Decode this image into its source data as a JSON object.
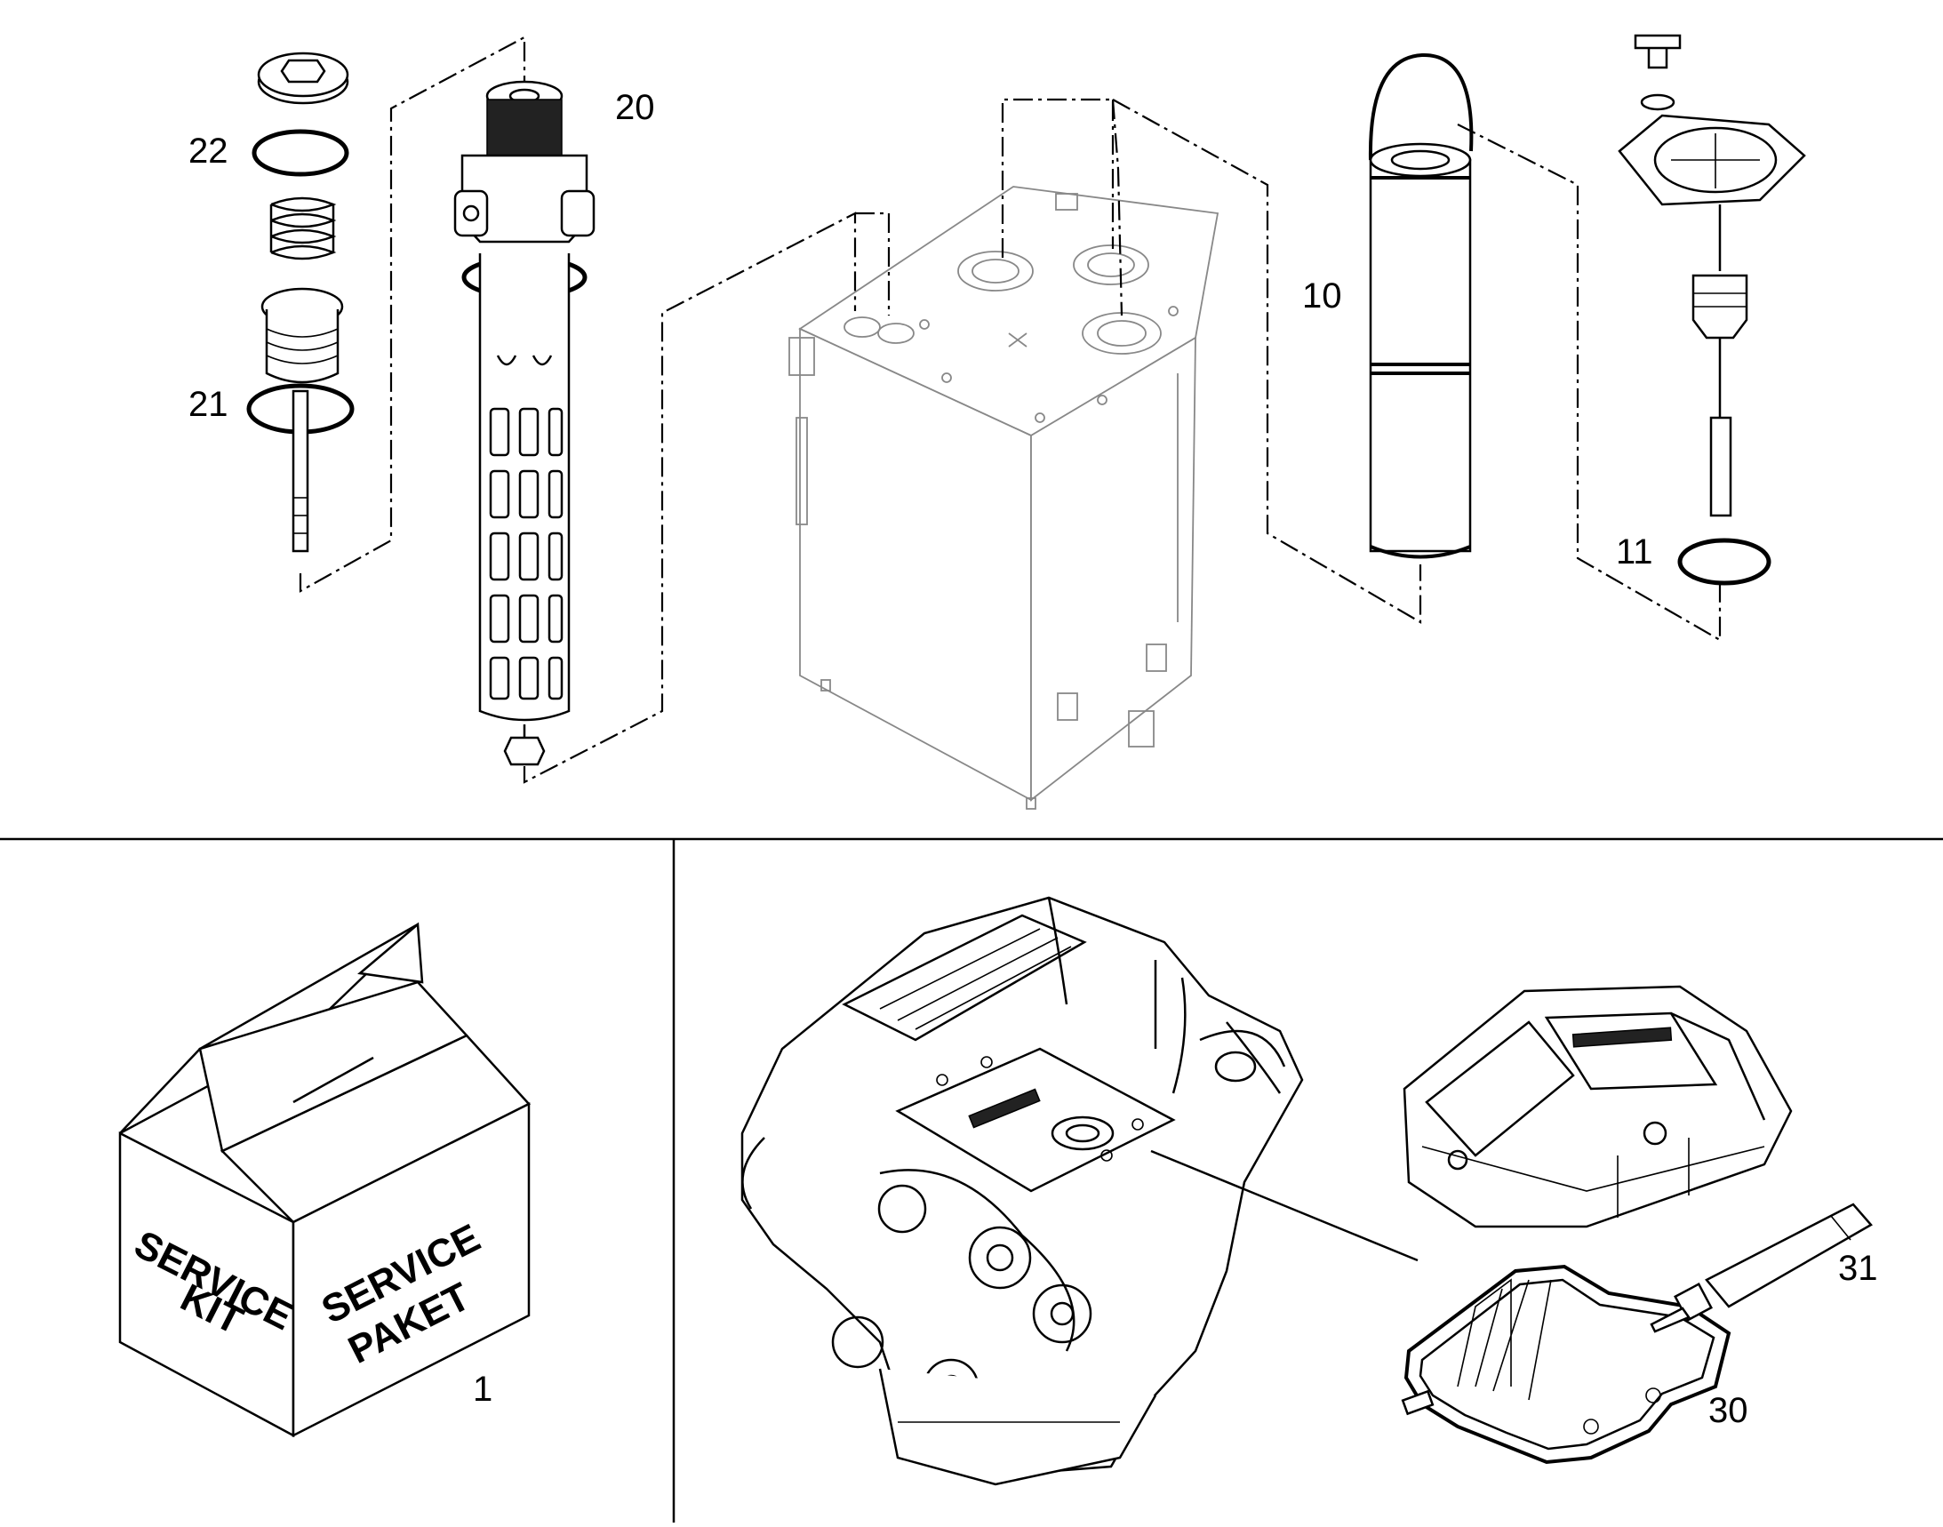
{
  "callouts": {
    "item_1": "1",
    "item_10": "10",
    "item_11": "11",
    "item_20": "20",
    "item_21": "21",
    "item_22": "22",
    "item_30": "30",
    "item_31": "31"
  },
  "service_box": {
    "left_face_line1": "SERVICE",
    "left_face_line2": "KIT",
    "right_face_line1": "SERVICE",
    "right_face_line2": "PAKET"
  },
  "colors": {
    "line": "#000000",
    "background_part": "#888888",
    "paper": "#ffffff"
  }
}
